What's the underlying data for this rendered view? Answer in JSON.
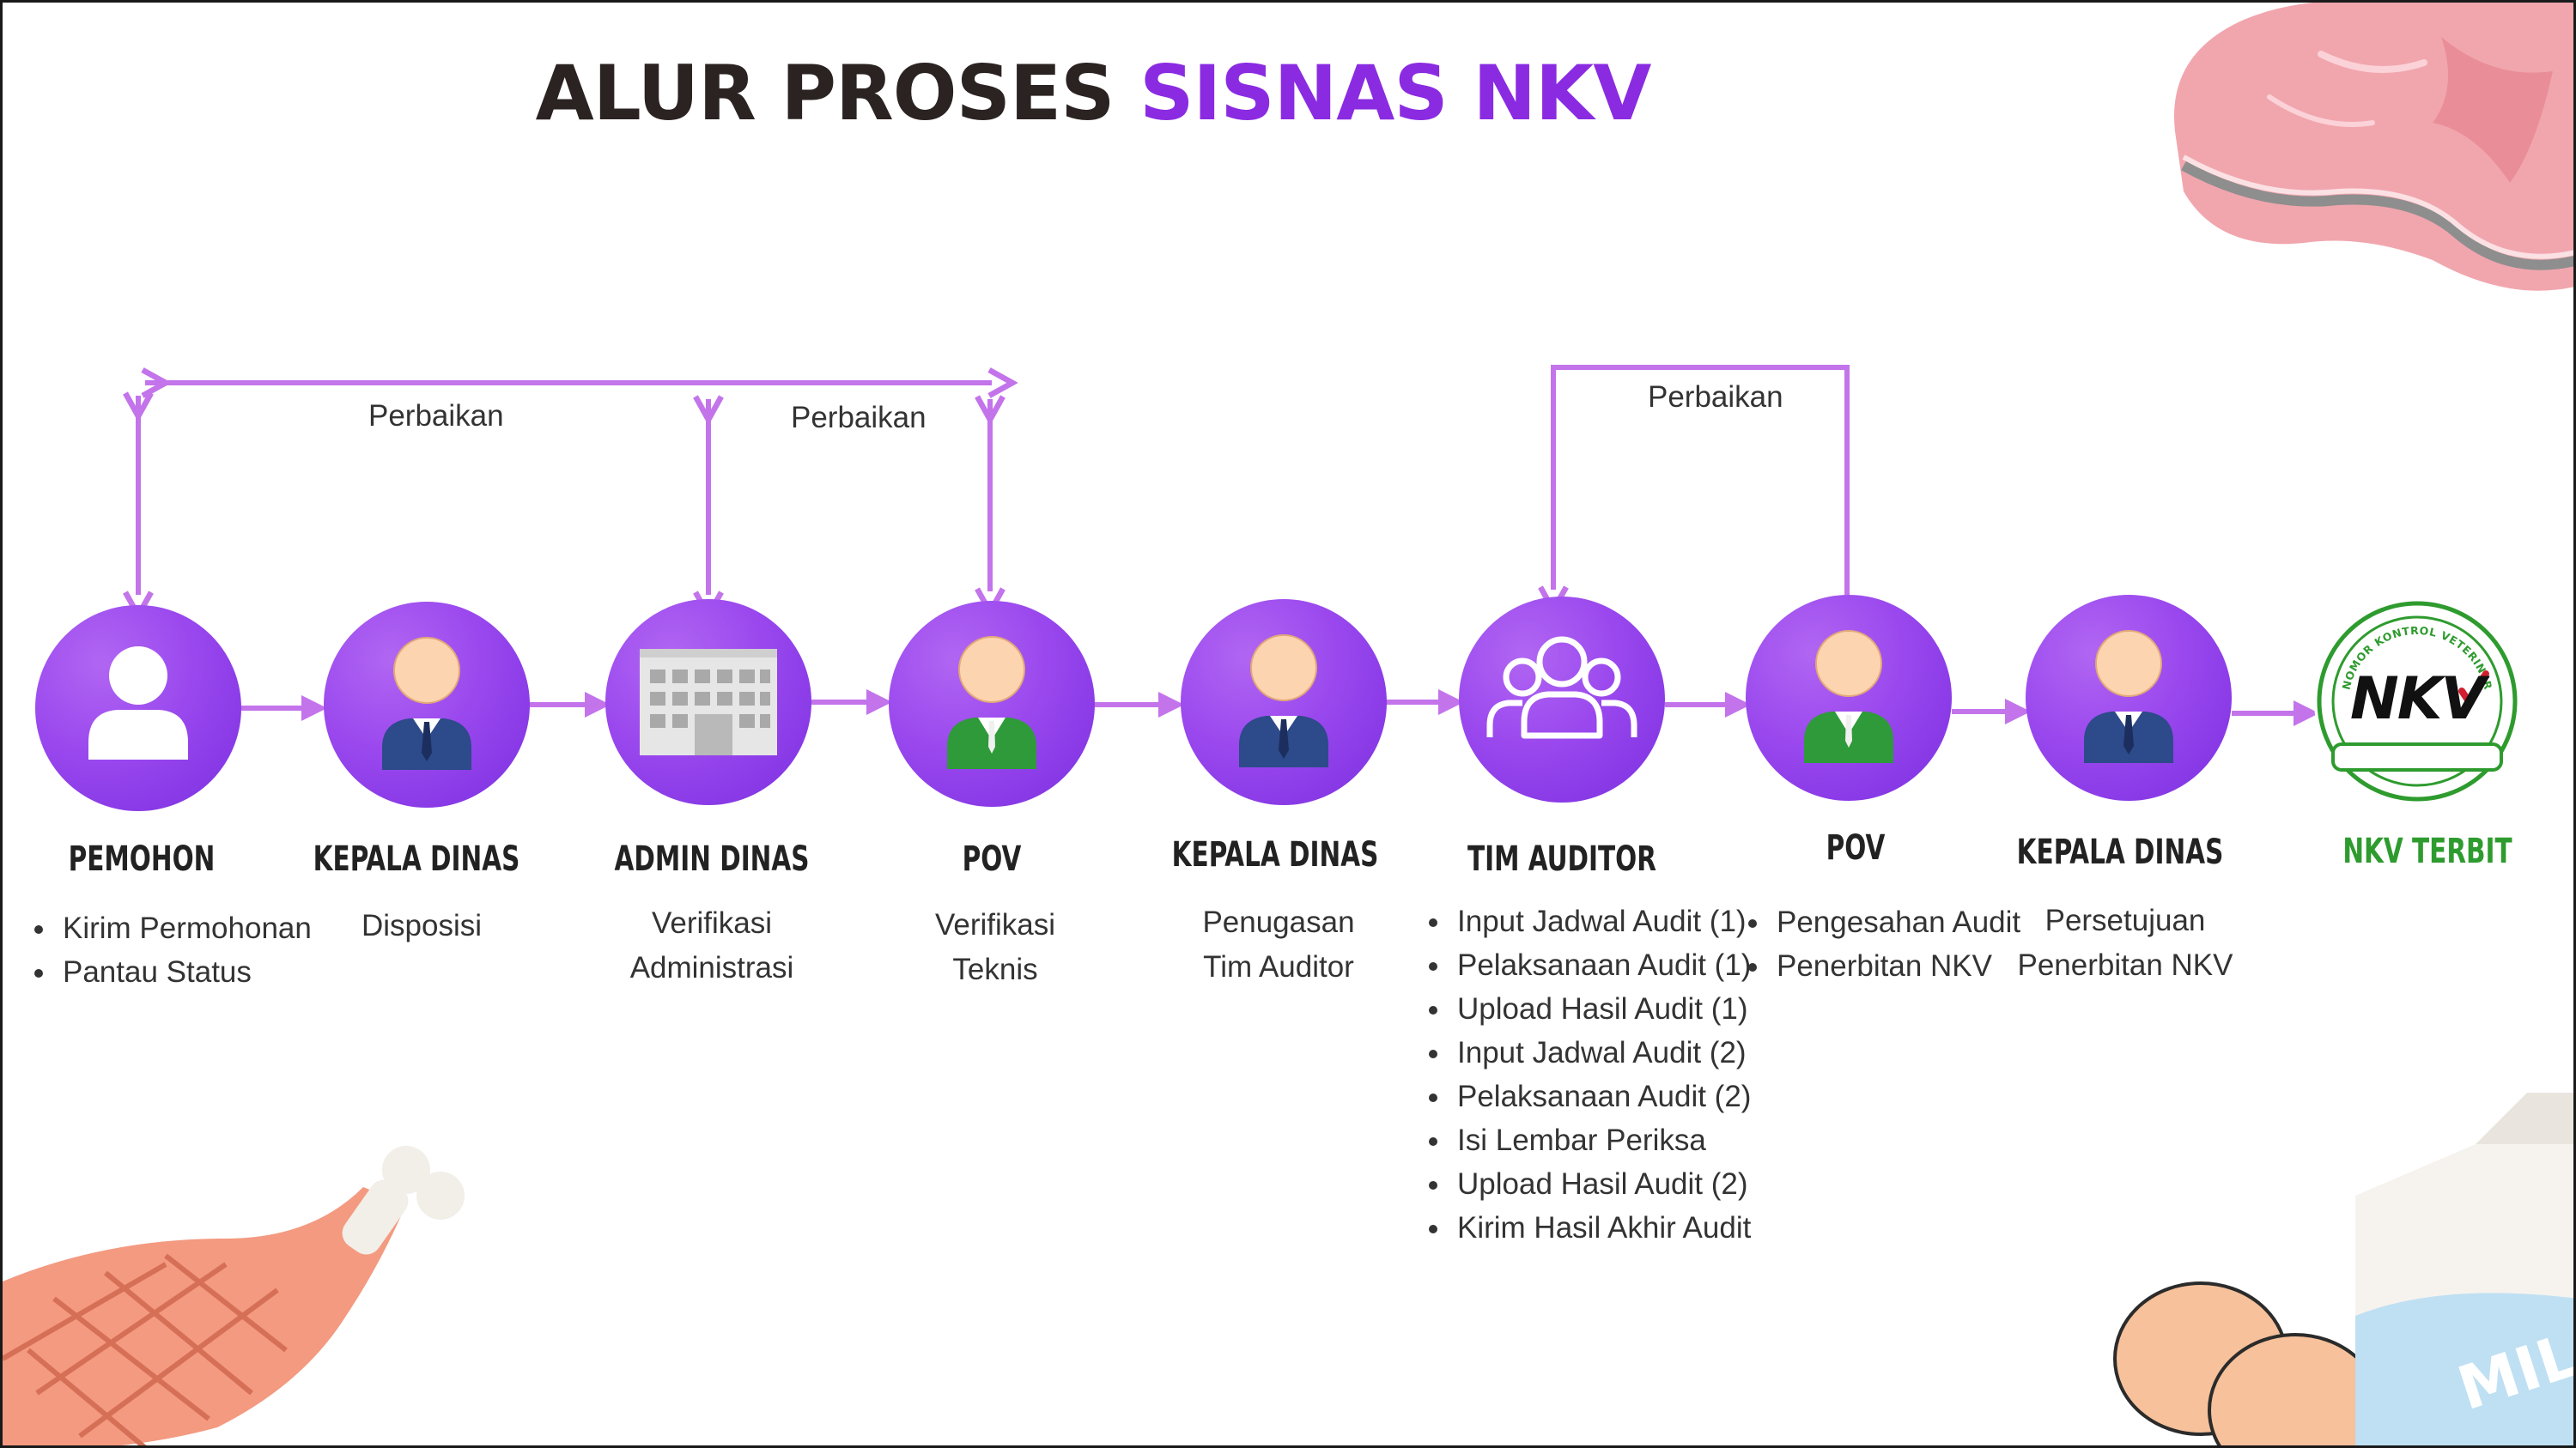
{
  "title": {
    "part1": "ALUR PROSES",
    "part2": "SISNAS NKV"
  },
  "colors": {
    "accent": "#8a2be2",
    "connector": "#c374ea",
    "dark": "#2b2322",
    "green": "#2e9b2e"
  },
  "steps": [
    {
      "role": "PEMOHON",
      "icon": "person-icon",
      "bullets": [
        "Kirim Permohonan",
        "Pantau Status"
      ]
    },
    {
      "role": "KEPALA DINAS",
      "icon": "official-blue-suit-icon",
      "desc": [
        "Disposisi"
      ]
    },
    {
      "role": "ADMIN DINAS",
      "icon": "office-building-icon",
      "desc": [
        "Verifikasi",
        "Administrasi"
      ]
    },
    {
      "role": "POV",
      "icon": "official-green-suit-icon",
      "desc": [
        "Verifikasi",
        "Teknis"
      ]
    },
    {
      "role": "KEPALA DINAS",
      "icon": "official-blue-suit-icon",
      "desc": [
        "Penugasan",
        "Tim Auditor"
      ]
    },
    {
      "role": "TIM AUDITOR",
      "icon": "team-icon",
      "bullets": [
        "Input Jadwal Audit (1)",
        "Pelaksanaan Audit (1)",
        "Upload Hasil Audit (1)",
        "Input Jadwal Audit (2)",
        "Pelaksanaan Audit (2)",
        "Isi Lembar Periksa",
        "Upload Hasil Audit (2)",
        "Kirim Hasil Akhir Audit"
      ]
    },
    {
      "role": "POV",
      "icon": "official-green-suit-icon",
      "bullets": [
        "Pengesahan Audit",
        "Penerbitan NKV"
      ]
    },
    {
      "role": "KEPALA DINAS",
      "icon": "official-blue-suit-icon",
      "desc": [
        "Persetujuan",
        "Penerbitan NKV"
      ]
    },
    {
      "role": "NKV TERBIT",
      "icon": "nkv-logo",
      "logo_text": "NKV",
      "logo_ring_text": "NOMOR KONTROL VETERINER"
    }
  ],
  "feedback_loops": [
    {
      "label": "Perbaikan"
    },
    {
      "label": "Perbaikan"
    },
    {
      "label": "Perbaikan"
    }
  ],
  "decorations": [
    "meat-icon",
    "chicken-leg-icon",
    "eggs-icon",
    "milk-carton-icon"
  ],
  "decoration_text": {
    "milk": "MILK"
  }
}
